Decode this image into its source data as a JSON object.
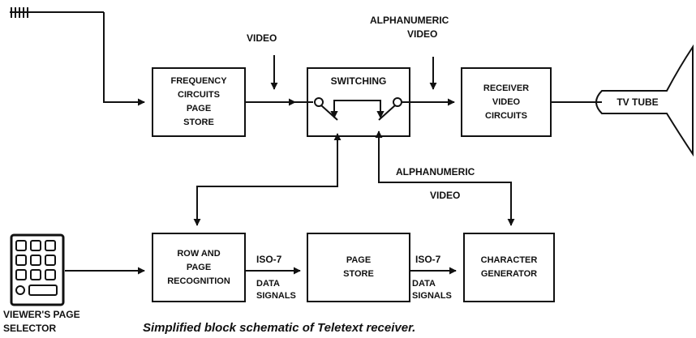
{
  "blocks": {
    "freq": [
      "FREQUENCY",
      "CIRCUITS",
      "PAGE",
      "STORE"
    ],
    "switching": "SWITCHING",
    "receiver": [
      "RECEIVER",
      "VIDEO",
      "CIRCUITS"
    ],
    "tv_tube": "TV TUBE",
    "row_page": [
      "ROW AND",
      "PAGE",
      "RECOGNITION"
    ],
    "page_store": [
      "PAGE",
      "STORE"
    ],
    "char_gen": [
      "CHARACTER",
      "GENERATOR"
    ]
  },
  "labels": {
    "video_in": "VIDEO",
    "alnum_top_1": "ALPHANUMERIC",
    "alnum_top_2": "VIDEO",
    "alnum_mid_1": "ALPHANUMERIC",
    "alnum_mid_2": "VIDEO",
    "iso1": "ISO-7",
    "data1_1": "DATA",
    "data1_2": "SIGNALS",
    "iso2": "ISO-7",
    "data2_1": "DATA",
    "data2_2": "SIGNALS",
    "viewer_1": "VIEWER'S PAGE",
    "viewer_2": "SELECTOR"
  },
  "caption": "Simplified block schematic of Teletext receiver."
}
